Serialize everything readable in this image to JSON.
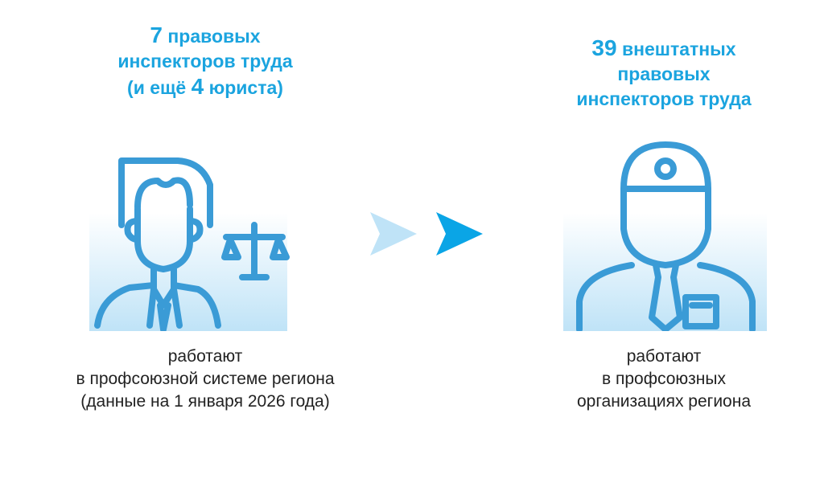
{
  "left": {
    "count": "7",
    "title_line1": "правовых",
    "title_line2": "инспекторов труда",
    "title_line3_pre": "(и ещё ",
    "count2": "4",
    "title_line3_post": " юриста)",
    "desc1": "работают",
    "desc2": "в профсоюзной системе региона",
    "desc3": "(данные на 1 января 2026 года)",
    "icon": "lawyer-with-scales-icon"
  },
  "right": {
    "count": "39",
    "title_line1": " внештатных",
    "title_line2": "правовых",
    "title_line3": "инспекторов труда",
    "desc1": "работают",
    "desc2": "в профсоюзных",
    "desc3": "организациях региона",
    "icon": "inspector-in-cap-icon"
  },
  "colors": {
    "accent": "#1ba4df",
    "icon": "#3a9bd6",
    "arrow_light": "#bfe3f7",
    "arrow_dark": "#0aa5e6"
  }
}
